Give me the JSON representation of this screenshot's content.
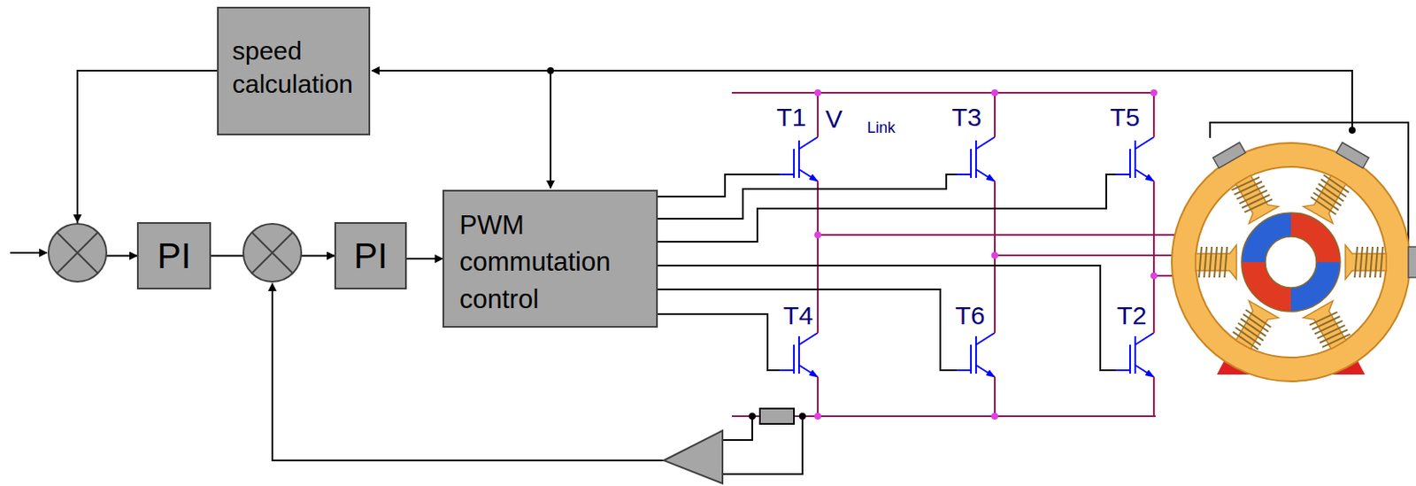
{
  "diagram": {
    "nodes": [
      {
        "text": [
          "speed calculation"
        ]
      },
      {
        "text": [
          "PI"
        ]
      },
      {
        "text": [
          "PI"
        ]
      },
      {
        "text": [
          "PWM commutation control"
        ]
      }
    ],
    "edges": [
      {
        "from": 0,
        "to": 1,
        "arrow": "to"
      },
      {
        "from": 1,
        "to": 2,
        "arrow": "to"
      },
      {
        "from": 2,
        "to": 3,
        "arrow": "to"
      }
    ],
    "labels": [
      "T1",
      "V",
      "Link",
      "T3",
      "T5",
      "T4",
      "T6",
      "T2"
    ]
  }
}
